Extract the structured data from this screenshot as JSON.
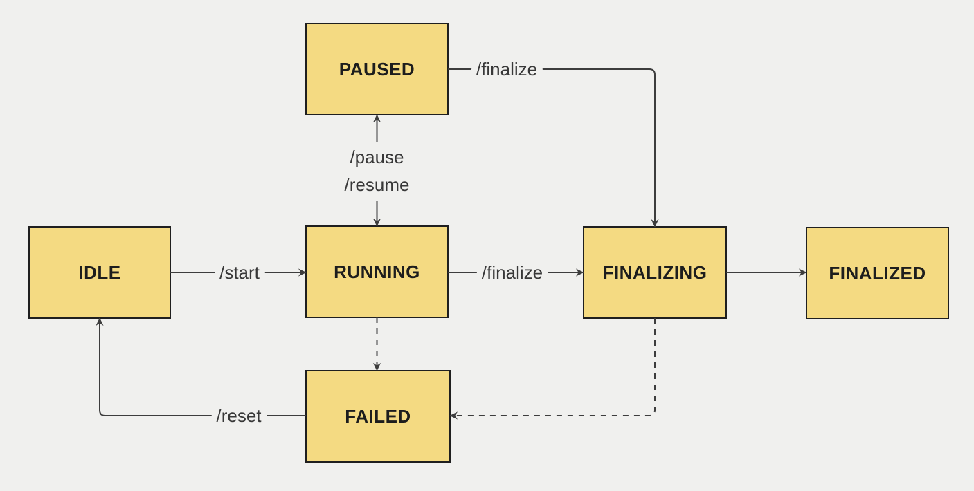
{
  "colors": {
    "background": "#f0f0ee",
    "node_fill": "#f4da82",
    "node_border": "#1f1f1f",
    "edge_line": "#3d3d3d",
    "node_text": "#1d1d1d",
    "edge_text": "#383838"
  },
  "nodes": {
    "paused": {
      "label": "PAUSED"
    },
    "idle": {
      "label": "IDLE"
    },
    "running": {
      "label": "RUNNING"
    },
    "finalizing": {
      "label": "FINALIZING"
    },
    "finalized": {
      "label": "FINALIZED"
    },
    "failed": {
      "label": "FAILED"
    }
  },
  "edges": {
    "idle_to_running": {
      "from": "IDLE",
      "to": "RUNNING",
      "label": "/start",
      "style": "solid"
    },
    "running_paused": {
      "from": "RUNNING",
      "to": "PAUSED",
      "labels": [
        "/pause",
        "/resume"
      ],
      "style": "solid",
      "bidirectional": true
    },
    "paused_to_finalizing": {
      "from": "PAUSED",
      "to": "FINALIZING",
      "label": "/finalize",
      "style": "solid"
    },
    "running_to_finalizing": {
      "from": "RUNNING",
      "to": "FINALIZING",
      "label": "/finalize",
      "style": "solid"
    },
    "finalizing_to_finalized": {
      "from": "FINALIZING",
      "to": "FINALIZED",
      "label": "",
      "style": "solid"
    },
    "running_to_failed": {
      "from": "RUNNING",
      "to": "FAILED",
      "label": "",
      "style": "dashed"
    },
    "finalizing_to_failed": {
      "from": "FINALIZING",
      "to": "FAILED",
      "label": "",
      "style": "dashed"
    },
    "failed_to_idle": {
      "from": "FAILED",
      "to": "IDLE",
      "label": "/reset",
      "style": "solid"
    }
  }
}
